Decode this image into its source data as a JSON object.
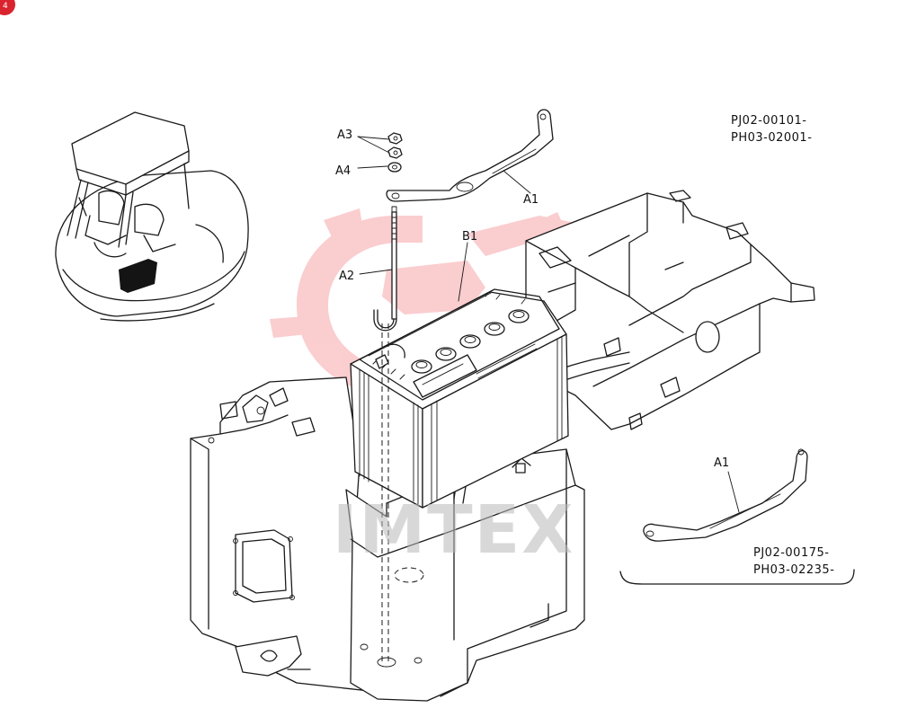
{
  "callouts": {
    "a1_top": "A1",
    "a1_bottom": "A1",
    "a2": "A2",
    "a3": "A3",
    "a4": "A4",
    "b1": "B1"
  },
  "serials": {
    "top": [
      "PJ02-00101-",
      "PH03-02001-"
    ],
    "bottom": [
      "PJ02-00175-",
      "PH03-02235-"
    ]
  },
  "watermark": {
    "text": "IMTEX",
    "logo_color": "#ef3b44"
  },
  "corner_badge": {
    "text": "4",
    "color": "#d9232e"
  }
}
